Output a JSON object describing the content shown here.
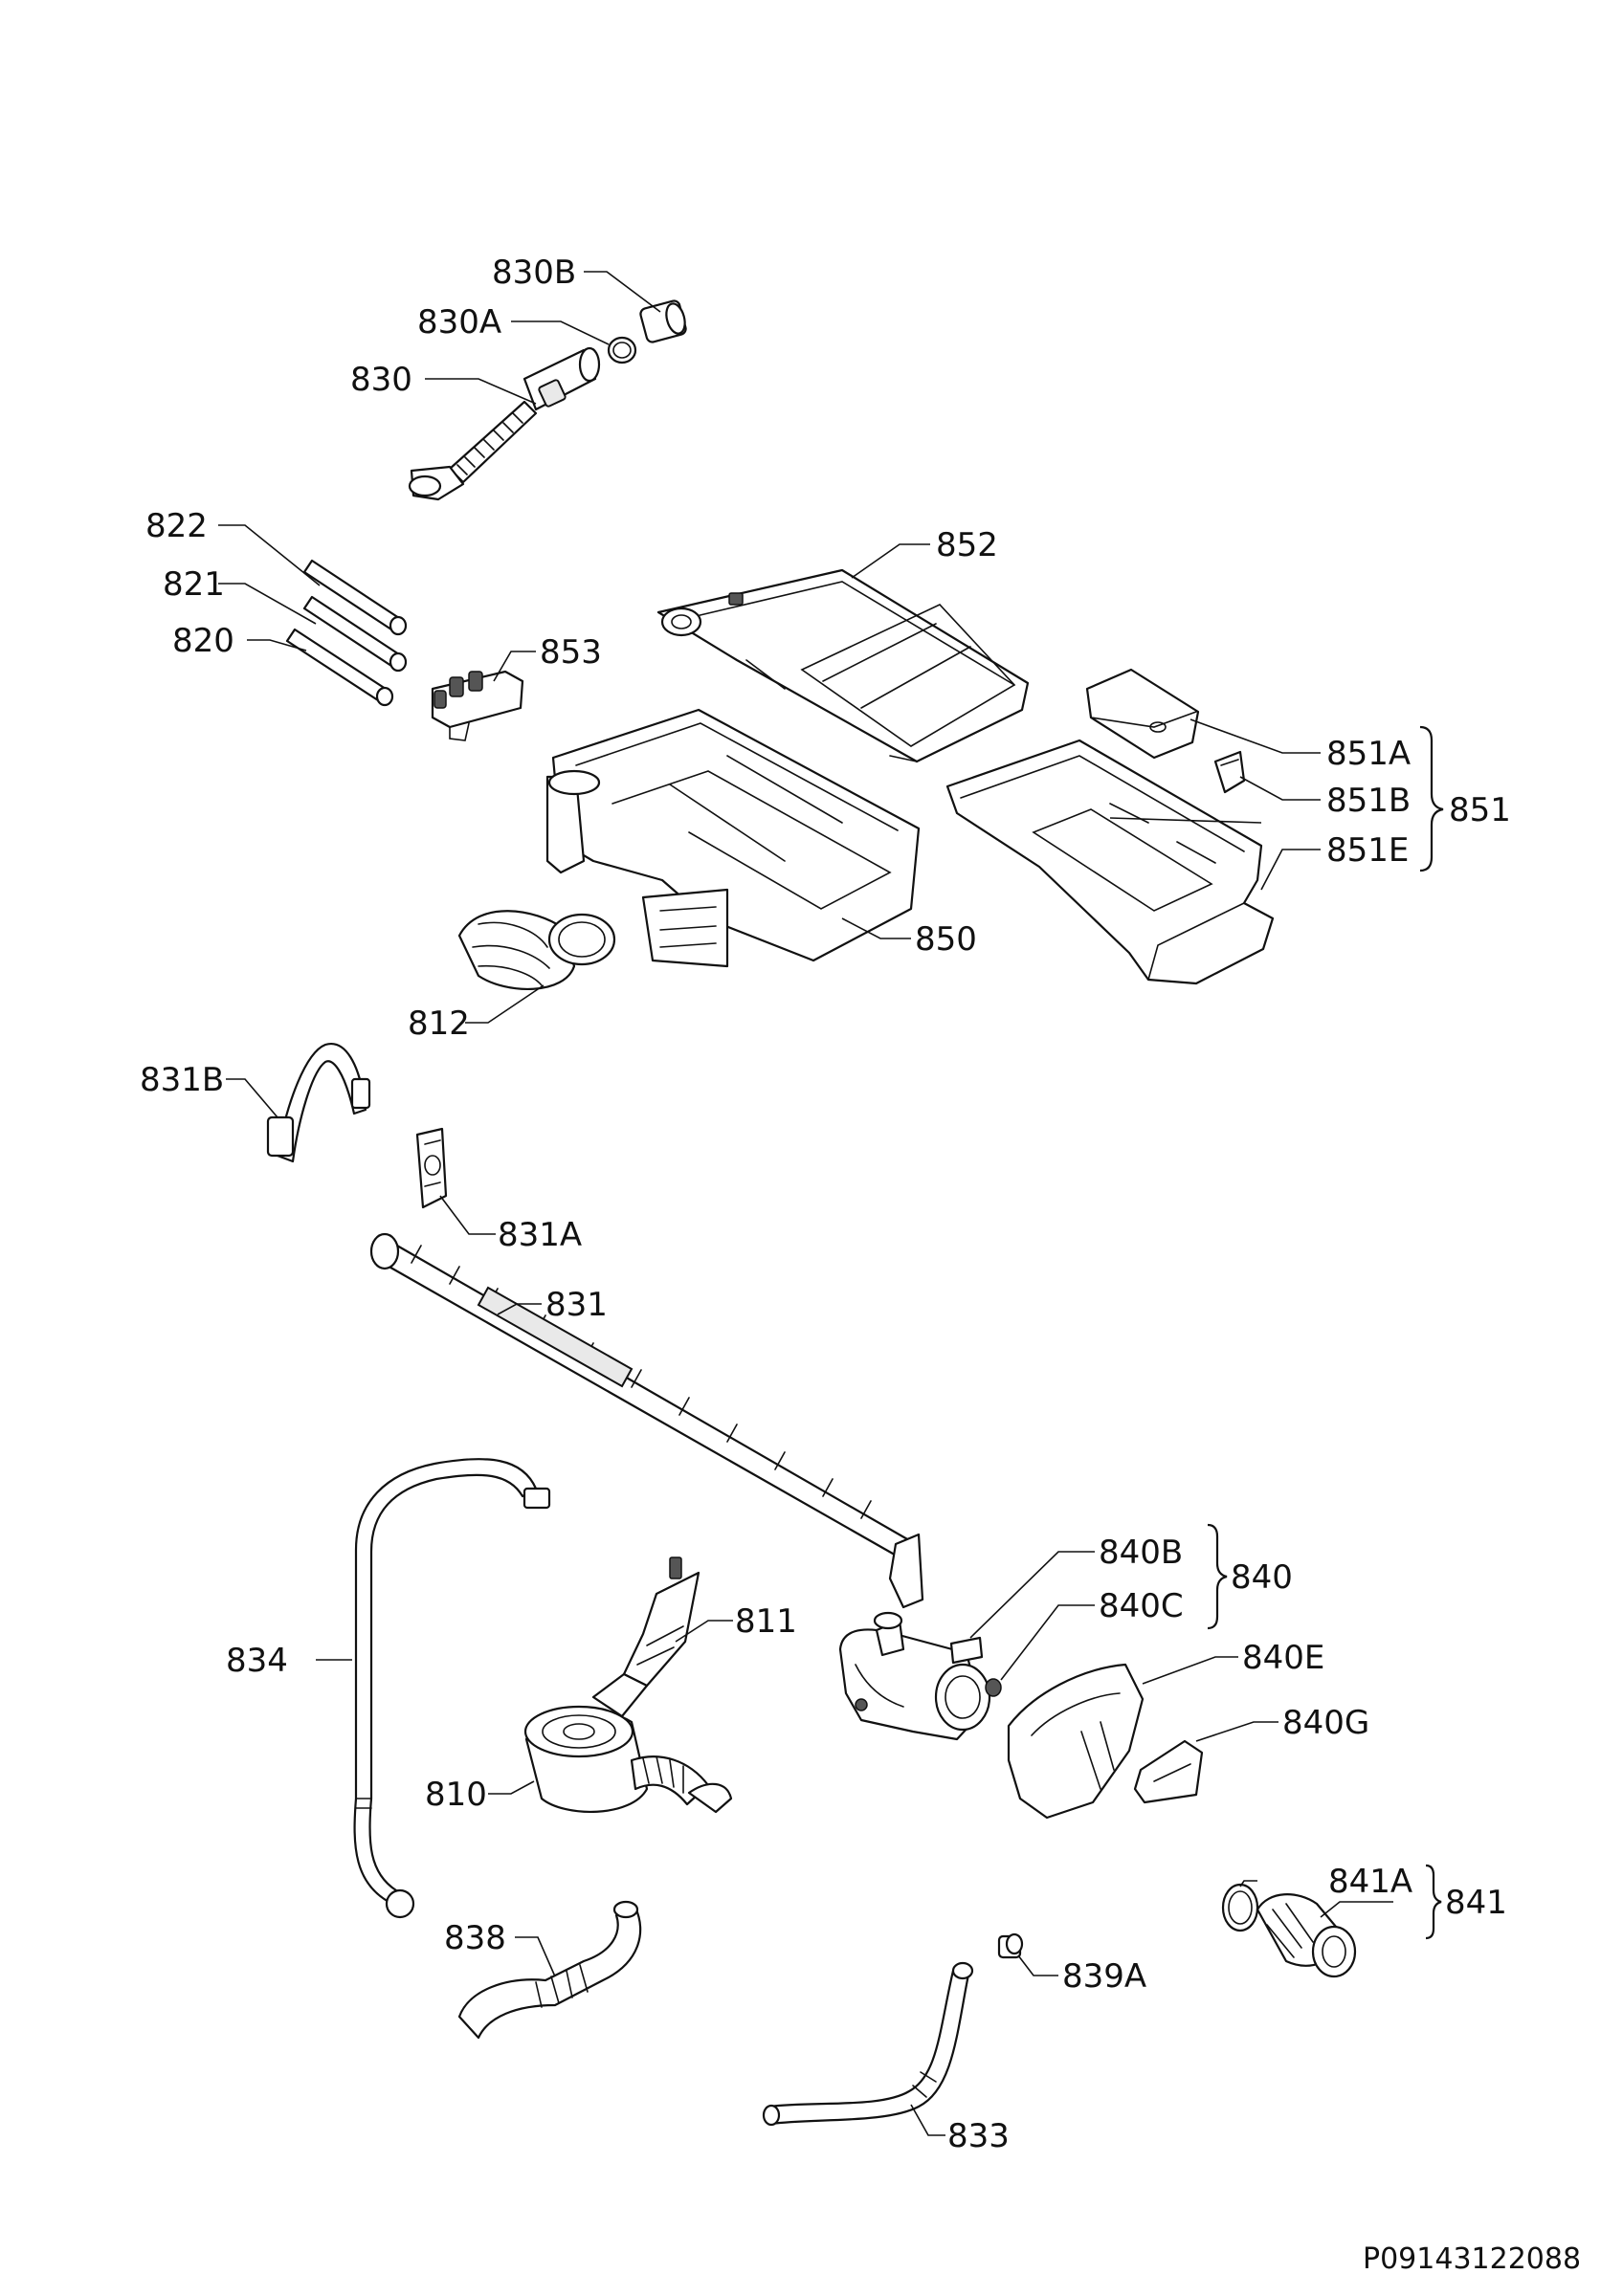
{
  "drawing_code": "P09143122088",
  "labels": {
    "l830B": "830B",
    "l830A": "830A",
    "l830": "830",
    "l822": "822",
    "l821": "821",
    "l820": "820",
    "l853": "853",
    "l852": "852",
    "l851A": "851A",
    "l851B": "851B",
    "l851E": "851E",
    "l851": "851",
    "l850": "850",
    "l812": "812",
    "l831B": "831B",
    "l831A": "831A",
    "l831": "831",
    "l834": "834",
    "l811": "811",
    "l810": "810",
    "l840B": "840B",
    "l840C": "840C",
    "l840": "840",
    "l840E": "840E",
    "l840G": "840G",
    "l841A": "841A",
    "l841": "841",
    "l838": "838",
    "l839A": "839A",
    "l833": "833"
  }
}
